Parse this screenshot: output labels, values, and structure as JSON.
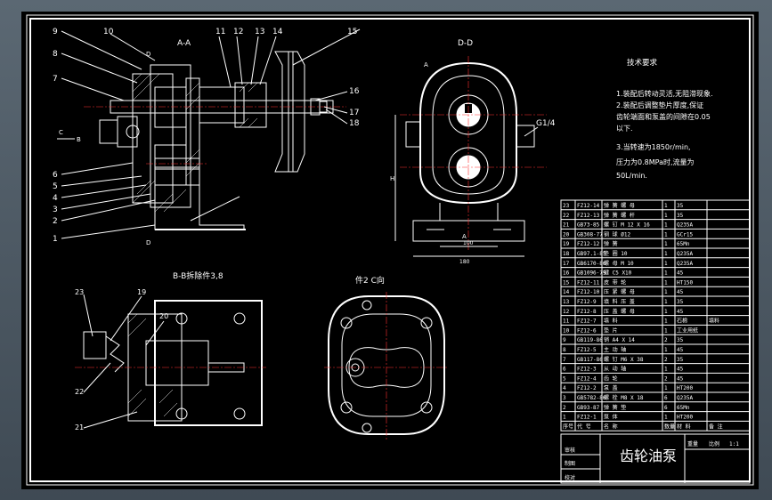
{
  "views": {
    "aa_label": "A-A",
    "dd_label": "D-D",
    "bb_label": "B-B拆除件3,8",
    "part2_label": "件2 C向",
    "thread_note": "G1/4"
  },
  "tech_requirements": {
    "title": "技术要求",
    "lines": [
      "1.装配后转动灵活,无阻滞现象.",
      "2.装配后调整垫片厚度,保证",
      "齿轮端面和泵盖的间隙在0.05",
      "以下.",
      "3.当转速为1850r/min,",
      "压力为0.8MPa时,流量为",
      "50L/min."
    ]
  },
  "balloons_aa": [
    "9",
    "10",
    "8",
    "7",
    "6",
    "5",
    "4",
    "3",
    "2",
    "1",
    "11",
    "12",
    "13",
    "14",
    "15",
    "16",
    "17",
    "18"
  ],
  "balloons_bb": [
    "23",
    "19",
    "20",
    "22",
    "21"
  ],
  "dims": {
    "d_height": "H",
    "d_width": "180",
    "d_mid": "100"
  },
  "parts_list": {
    "rows": [
      [
        "23",
        "FZ12-14",
        "弹 簧 螺 母",
        "1",
        "35"
      ],
      [
        "22",
        "FZ12-13",
        "弹 簧 螺 杆",
        "1",
        "35"
      ],
      [
        "21",
        "GB73-85",
        "螺 钉 M 12 X 16",
        "1",
        "Q235A"
      ],
      [
        "20",
        "GB308-77",
        "钢 球 Ø12",
        "1",
        "GCr15"
      ],
      [
        "19",
        "FZ12-12",
        "弹 簧",
        "1",
        "65Mn"
      ],
      [
        "18",
        "GB97.1-85",
        "垫 圈 10",
        "1",
        "Q235A"
      ],
      [
        "17",
        "GB6170-86",
        "螺 母 M 10",
        "1",
        "Q235A"
      ],
      [
        "16",
        "GB1096-79",
        "键 C5 X10",
        "1",
        "45"
      ],
      [
        "15",
        "FZ12-11",
        "皮 带 轮",
        "1",
        "HT150"
      ],
      [
        "14",
        "FZ12-10",
        "压 紧 螺 母",
        "1",
        "45"
      ],
      [
        "13",
        "FZ12-9",
        "填 料 压 盖",
        "1",
        "35"
      ],
      [
        "12",
        "FZ12-8",
        "压 盖 螺 母",
        "1",
        "45"
      ],
      [
        "11",
        "FZ12-7",
        "填 料",
        "1",
        "石棉",
        "填料"
      ],
      [
        "10",
        "FZ12-6",
        "垫 片",
        "1",
        "工业用纸"
      ],
      [
        "9",
        "GB119-86",
        "销 A4 X 14",
        "2",
        "35"
      ],
      [
        "8",
        "FZ12-5",
        "主 动 轴",
        "1",
        "45"
      ],
      [
        "7",
        "GB117-86",
        "螺 钉 M6 X 38",
        "2",
        "35"
      ],
      [
        "6",
        "FZ12-3",
        "从 动 轴",
        "1",
        "45"
      ],
      [
        "5",
        "FZ12-4",
        "齿 轮",
        "2",
        "45"
      ],
      [
        "4",
        "FZ12-2",
        "泵 盖",
        "1",
        "HT200"
      ],
      [
        "3",
        "GB5782-86",
        "螺 栓 M8 X 18",
        "6",
        "Q235A"
      ],
      [
        "2",
        "GB93-87",
        "弹 簧 垫",
        "6",
        "65Mn"
      ],
      [
        "1",
        "FZ12-1",
        "泵 体",
        "1",
        "HT200"
      ]
    ],
    "header": [
      "序号",
      "代 号",
      "名 称",
      "数量",
      "材 料",
      "备 注"
    ]
  },
  "title_block": {
    "title": "齿轮油泵",
    "scale_label": "比例",
    "scale": "1:1",
    "row_labels": [
      "审核",
      "制图",
      "校对"
    ],
    "weight_label": "重量"
  }
}
